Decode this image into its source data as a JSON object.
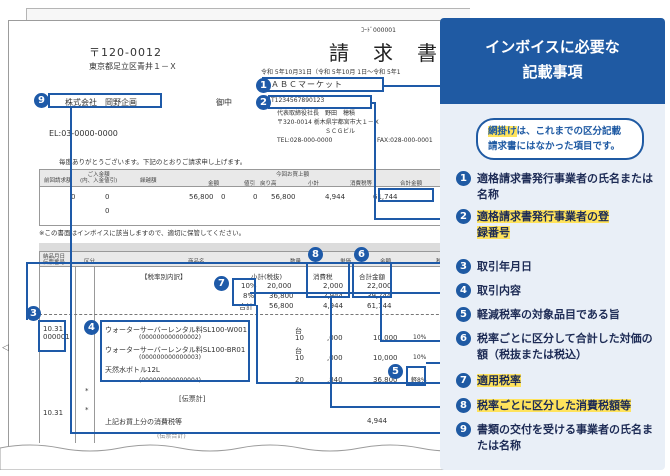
{
  "invoice": {
    "code": "ｺｰﾄﾞ000001",
    "title": "請　求　書",
    "date_line": "令和 5年10月31日（令和 5年10月 1日～令和 5年1",
    "postal": "〒120-0012",
    "address": "東京都足立区青井１－Ｘ",
    "recipient": "株式会社　岡野企画",
    "onchu": "御中",
    "recipient_tel": "EL:03-0000-0000",
    "seller_name": "ＡＢＣマーケット",
    "reg_number": "T1234567890123",
    "seller_rep": "代表取締役社長　野田　穂積",
    "seller_address": "〒320-0014 栃木県宇都宮市大１－Ｘ",
    "seller_building": "ＳＣＧビル",
    "seller_tel": "TEL:028-000-0000",
    "seller_fax": "FAX:028-000-0001",
    "greeting": "毎度ありがとうございます。下記のとおりご請求申し上げます。",
    "summary_headers": [
      "前回請求額",
      "ご入金額\n(内、入金値引)",
      "繰越額",
      "金額",
      "値引",
      "戻り高",
      "小計",
      "消費税等",
      "合計金額"
    ],
    "summary_group_label": "今回お買上額",
    "summary_values": [
      "0",
      "0",
      "0",
      "56,800",
      "0",
      "0",
      "56,800",
      "4,944",
      "61,744"
    ],
    "storage_note": "※この書面はインボイスに該当しますので、適切に保管してください。",
    "detail_headers": [
      "納品月日\n伝票番号",
      "区分",
      "商品名",
      "数量",
      "単価",
      "金額",
      "税率"
    ],
    "tax_breakdown_label": "【税率別内訳】",
    "tax_col_subtotal": "小計(税抜)",
    "tax_col_tax": "消費税",
    "tax_col_total": "合計金額",
    "tax_rows": [
      {
        "rate": "10%",
        "subtotal": "20,000",
        "tax": "2,000",
        "total": "22,000"
      },
      {
        "rate": "8%",
        "subtotal": "36,800",
        "tax": "2,944",
        "total": "39,744"
      },
      {
        "rate": "合計",
        "subtotal": "56,800",
        "tax": "4,944",
        "total": "61,744"
      }
    ],
    "light_rate_mark": "軽8%",
    "rows": [
      {
        "date": "10.31",
        "slip": "000001",
        "name": "ウォーターサーバーレンタル料SL100-W001",
        "code": "(000000000000002)",
        "qty": "10",
        "price": ",000",
        "amount": "10,000",
        "rate": "10%"
      },
      {
        "date": "",
        "slip": "",
        "name": "ウォーターサーバーレンタル料SL100-BR01",
        "code": "(000000000000003)",
        "qty": "10",
        "price": ",000",
        "amount": "10,000",
        "rate": "10%"
      },
      {
        "date": "",
        "slip": "",
        "name": "天然水ボトル12L",
        "code": "(000000000000004)",
        "qty": "20",
        "price": ",840",
        "amount": "36,800",
        "rate": "軽8%"
      }
    ],
    "unit_label": "台",
    "tax_total_label": "[伝票計]",
    "last_date": "10.31",
    "consumption_tax_label": "上記お買上分の消費税等",
    "consumption_tax_value": "4,944",
    "subtotal_label": "(伝票合計)",
    "left_arrow": "◁"
  },
  "badges": [
    "1",
    "2",
    "3",
    "4",
    "5",
    "6",
    "7",
    "8",
    "9"
  ],
  "panel": {
    "title_line1": "インボイスに必要な",
    "title_line2": "記載事項",
    "note_highlight": "網掛け",
    "note_rest1": "は、これまでの区分記載",
    "note_line2": "請求書にはなかった項目です。",
    "items": [
      {
        "num": "1",
        "text": "適格請求書発行事業者の氏名または名称",
        "highlight": false
      },
      {
        "num": "2",
        "text": "適格請求書発行事業者の登録番号",
        "highlight": true
      },
      {
        "num": "3",
        "text": "取引年月日",
        "highlight": false
      },
      {
        "num": "4",
        "text": "取引内容",
        "highlight": false
      },
      {
        "num": "5",
        "text": "軽減税率の対象品目である旨",
        "highlight": false
      },
      {
        "num": "6",
        "text": "税率ごとに区分して合計した対価の額（税抜または税込）",
        "highlight": false
      },
      {
        "num": "7",
        "text": "適用税率",
        "highlight": true
      },
      {
        "num": "8",
        "text": "税率ごとに区分した消費税額等",
        "highlight": true
      },
      {
        "num": "9",
        "text": "書類の交付を受ける事業者の氏名または名称",
        "highlight": false
      }
    ]
  },
  "colors": {
    "accent": "#1f5aa3",
    "highlight": "#ffe35c",
    "panel_bg": "#e9eff7"
  }
}
